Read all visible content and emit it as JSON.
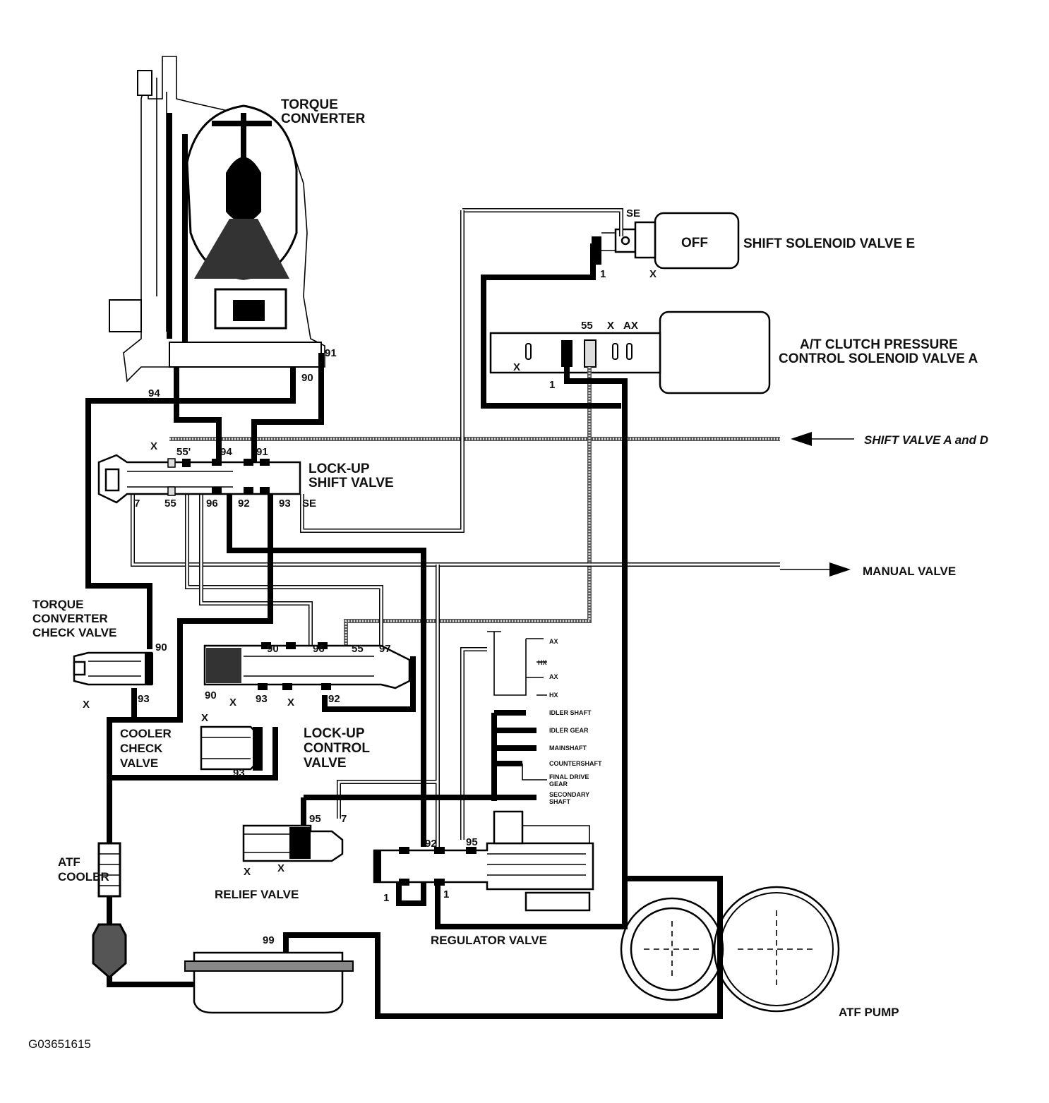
{
  "components": {
    "torque_converter": [
      "TORQUE",
      "CONVERTER"
    ],
    "shift_solenoid_e": {
      "label": "SHIFT SOLENOID VALVE E",
      "state": "OFF"
    },
    "clutch_solenoid_a": [
      "A/T CLUTCH PRESSURE",
      "CONTROL SOLENOID VALVE A"
    ],
    "lockup_shift_valve": [
      "LOCK-UP",
      "SHIFT VALVE"
    ],
    "tc_check_valve": [
      "TORQUE",
      "CONVERTER",
      "CHECK VALVE"
    ],
    "cooler_check_valve": [
      "COOLER",
      "CHECK",
      "VALVE"
    ],
    "lockup_control_valve": [
      "LOCK-UP",
      "CONTROL",
      "VALVE"
    ],
    "relief_valve": "RELIEF VALVE",
    "regulator_valve": "REGULATOR VALVE",
    "atf_cooler": [
      "ATF",
      "COOLER"
    ],
    "atf_pump": "ATF PUMP"
  },
  "arrows": {
    "shift_valve_ad": "SHIFT VALVE A and D",
    "manual_valve": "MANUAL VALVE"
  },
  "ports": {
    "p91": "91",
    "p90": "90",
    "p94": "94",
    "p55": "55",
    "p55p": "55'",
    "p7": "7",
    "p96": "96",
    "p92": "92",
    "p93": "93",
    "p97": "97",
    "p95": "95",
    "p99": "99",
    "p1": "1",
    "se": "SE",
    "x": "X",
    "ax": "AX"
  },
  "lube_points": [
    "IDLER SHAFT",
    "IDLER GEAR",
    "MAINSHAFT",
    "COUNTERSHAFT",
    "FINAL DRIVE",
    "GEAR",
    "SECONDARY",
    "SHAFT"
  ],
  "small_ports": {
    "ax": "AX",
    "hx": "HX"
  },
  "figure_id": "G03651615"
}
